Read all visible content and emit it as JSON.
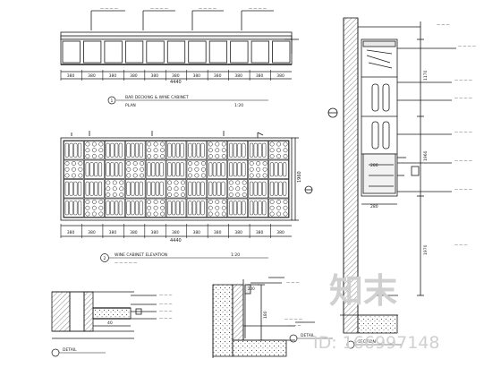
{
  "dims": {
    "plan_seg": "380",
    "plan_total": "4440",
    "elev_seg": "380",
    "elev_total": "4440",
    "elev_height": "1960",
    "section_depth": "280",
    "section_top": "1170",
    "section_mid": "1960",
    "section_low": "1970",
    "detail_a": "40",
    "detail_b": "180",
    "detail_c": "200"
  },
  "titles": {
    "t1_num": "1",
    "t1_line1": "BAR DECKING & WINE CABINET",
    "t1_line2": "PLAN",
    "t1_scale": "1:20",
    "t2_num": "2",
    "t2_line1": "WINE CABINET ELEVATION",
    "t2_scale": "1:20",
    "t3_line1": "DETAIL",
    "t4_line1": "DETAIL",
    "t5_line1": "SECTION"
  },
  "watermark": {
    "brand": "知末",
    "id": "ID: 166997148"
  },
  "colors": {
    "line": "#1a1a1a",
    "hatch": "#555555",
    "fill_light": "#e8e8e8",
    "watermark": "#d0d0d0"
  }
}
